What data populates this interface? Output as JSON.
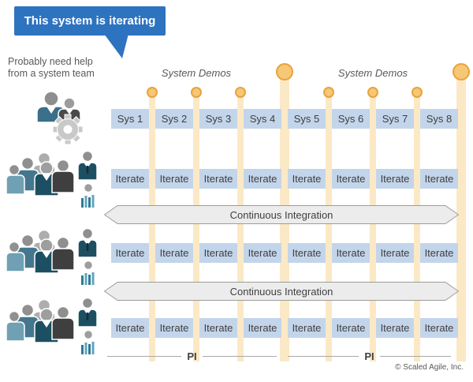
{
  "callout": {
    "text": "This system is iterating"
  },
  "note": {
    "line1": "Probably need help",
    "line2": "from a system team"
  },
  "timeline": {
    "demo_label_left": "System Demos",
    "demo_label_right": "System Demos",
    "pi_label_left": "PI",
    "pi_label_right": "PI"
  },
  "grid": {
    "sys_labels": [
      "Sys 1",
      "Sys 2",
      "Sys 3",
      "Sys 4",
      "Sys 5",
      "Sys 6",
      "Sys 7",
      "Sys 8"
    ],
    "iterate_label": "Iterate"
  },
  "ci": {
    "label": "Continuous Integration"
  },
  "footer": {
    "copyright": "© Scaled Agile, Inc."
  },
  "icons": {
    "system_team": "system-team-with-gear-icon",
    "agile_team": "agile-team-group-icon",
    "product_owner": "product-owner-icon",
    "scrum_master": "scrum-master-icon",
    "milestone_small": "small-milestone-circle",
    "milestone_large": "large-milestone-circle"
  },
  "colors": {
    "callout_blue": "#2E73C0",
    "box_blue": "#C3D5EA",
    "bar_tan": "#FBE9C6",
    "milestone_fill": "#F6C775",
    "milestone_stroke": "#E8A33C",
    "ci_fill": "#ECECED",
    "ci_stroke": "#9C9C9C",
    "text_dark": "#3F3F3F",
    "text_gray": "#595959",
    "team_teal": "#44778D",
    "team_dark_teal": "#1D4F62",
    "team_light_blue": "#6FA0B4",
    "team_dark_gray": "#3F3F3F"
  }
}
